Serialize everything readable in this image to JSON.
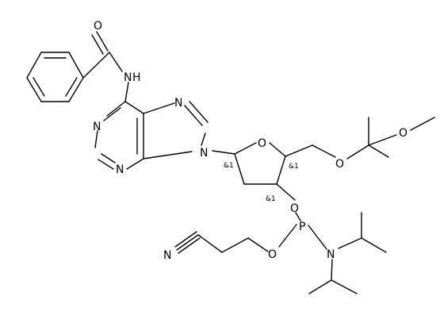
{
  "molecule": {
    "atoms": {
      "O_carbonyl": "O",
      "N_amide": "N",
      "H_amide": "H",
      "N1": "N",
      "N3": "N",
      "N7": "N",
      "N9": "N",
      "O_ring": "O",
      "O_ether": "O",
      "O_methoxy": "O",
      "O_3prime": "O",
      "O_phosphite": "O",
      "P": "P",
      "N_amine": "N",
      "N_nitrile": "N"
    },
    "stereo_labels": {
      "c1": "&1",
      "c4": "&1",
      "c3": "&1"
    }
  }
}
